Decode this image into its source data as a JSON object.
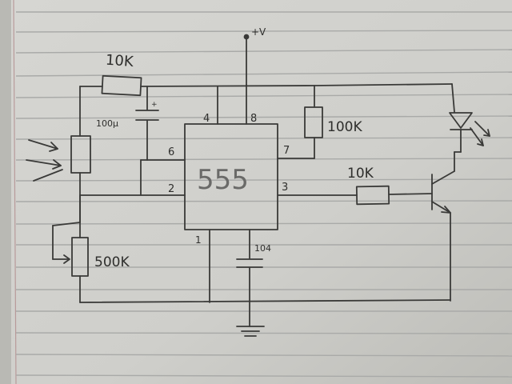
{
  "diagram": {
    "supply_label": "+V",
    "ic": {
      "label": "555",
      "pins": {
        "p1": "1",
        "p2": "2",
        "p3": "3",
        "p4": "4",
        "p6": "6",
        "p7": "7",
        "p8": "8"
      }
    },
    "components": {
      "r_top": "10K",
      "c_top": "100µ",
      "r_discharge": "100K",
      "r_base": "10K",
      "pot": "500K",
      "c_ground": "104"
    }
  }
}
